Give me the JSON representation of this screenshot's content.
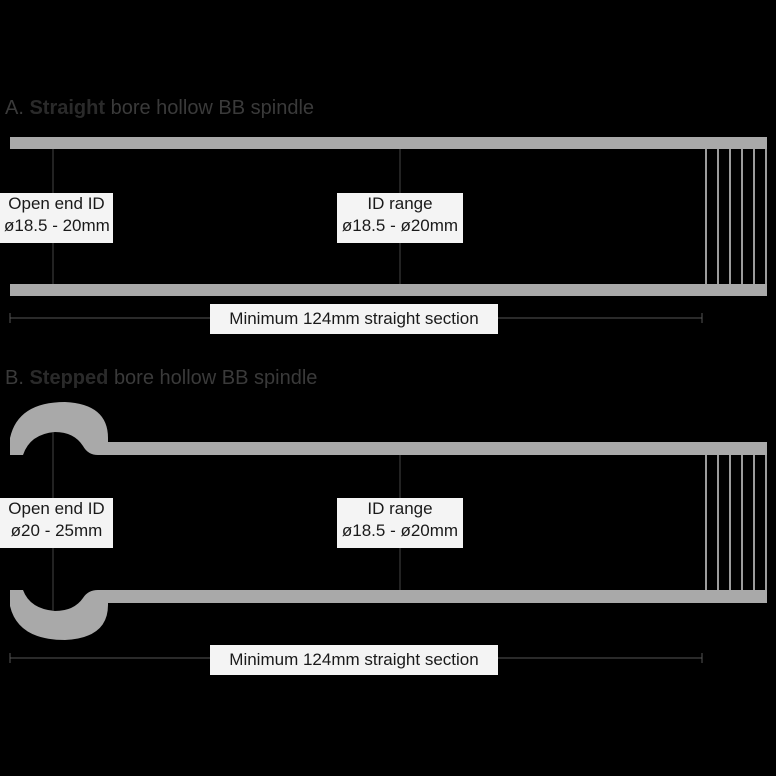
{
  "section_a": {
    "prefix": "A.",
    "emphasis": "Straight",
    "suffix": "bore hollow BB spindle",
    "open_end": {
      "title": "Open end ID",
      "value": "ø18.5 - 20mm"
    },
    "id_range": {
      "title": "ID range",
      "value": "ø18.5 - ø20mm"
    },
    "length_label": "Minimum 124mm straight section"
  },
  "section_b": {
    "prefix": "B.",
    "emphasis": "Stepped",
    "suffix": "bore hollow BB spindle",
    "open_end": {
      "title": "Open end ID",
      "value": "ø20 - 25mm"
    },
    "id_range": {
      "title": "ID range",
      "value": "ø18.5 - ø20mm"
    },
    "length_label": "Minimum 124mm straight section"
  },
  "colors": {
    "background": "#000000",
    "tube": "#a9a9a9",
    "label_bg": "#f4f4f4",
    "heading": "#3a3a3a"
  }
}
